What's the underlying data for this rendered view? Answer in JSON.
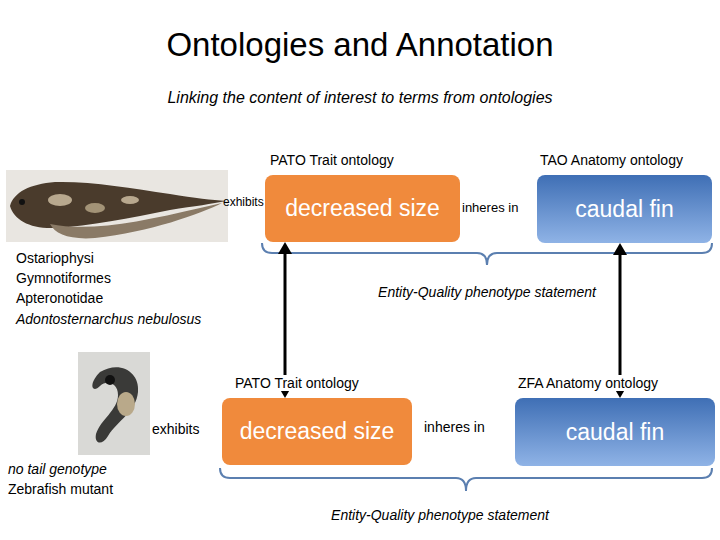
{
  "diagram": {
    "title": "Ontologies and Annotation",
    "nodes": [
      {
        "text": [
          "PATO Trait ontology",
          "decreased size"
        ]
      },
      {
        "text": [
          "TAO Anatomy ontology",
          "caudal fin"
        ]
      },
      {
        "text": [
          "PATO Trait ontology",
          "decreased size"
        ]
      },
      {
        "text": [
          "ZFA Anatomy ontology",
          "caudal fin"
        ]
      }
    ],
    "edges": [
      {
        "from": 0,
        "to": 2,
        "arrow": "both"
      },
      {
        "from": 1,
        "to": 3,
        "arrow": "both"
      }
    ],
    "labels": [
      "Linking the content of interest to terms from ontologies",
      "exhibits",
      "inheres in",
      "Ostariophysi",
      "Gymnotiformes",
      "Apteronotidae",
      "Adontosternarchus nebulosus",
      "Entity-Quality phenotype statement",
      "exhibits",
      "inheres in",
      "no tail genotype",
      "Zebrafish mutant",
      "Entity-Quality phenotype statement"
    ]
  }
}
